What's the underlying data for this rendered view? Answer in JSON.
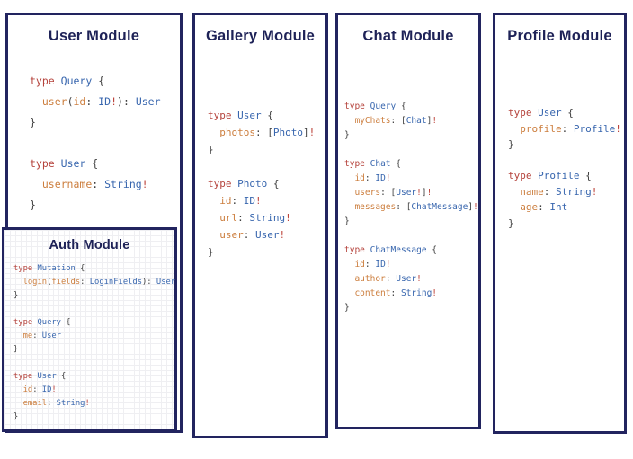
{
  "colors": {
    "navy": "#22245f",
    "title": "#1e2257",
    "keyword": "#b5433c",
    "typename": "#3866ae",
    "field": "#cc7e3e",
    "punct": "#3f3f3f",
    "bang": "#bc4138",
    "bg": "#ffffff",
    "grid": "#efeff2"
  },
  "panels": {
    "user": {
      "title": "User Module",
      "code": [
        "type Query {",
        "  user(id: ID!): User",
        "}",
        "",
        "type User {",
        "  username: String!",
        "}"
      ]
    },
    "auth": {
      "title": "Auth Module",
      "code": [
        "type Mutation {",
        "  login(fields: LoginFields): User",
        "}",
        "",
        "type Query {",
        "  me: User",
        "}",
        "",
        "type User {",
        "  id: ID!",
        "  email: String!",
        "}"
      ]
    },
    "gallery": {
      "title": "Gallery Module",
      "code": [
        "type User {",
        "  photos: [Photo]!",
        "}",
        "",
        "type Photo {",
        "  id: ID!",
        "  url: String!",
        "  user: User!",
        "}"
      ]
    },
    "chat": {
      "title": "Chat Module",
      "code": [
        "type Query {",
        "  myChats: [Chat]!",
        "}",
        "",
        "type Chat {",
        "  id: ID!",
        "  users: [User!]!",
        "  messages: [ChatMessage]!",
        "}",
        "",
        "type ChatMessage {",
        "  id: ID!",
        "  author: User!",
        "  content: String!",
        "}"
      ]
    },
    "profile": {
      "title": "Profile Module",
      "code": [
        "type User {",
        "  profile: Profile!",
        "}",
        "",
        "type Profile {",
        "  name: String!",
        "  age: Int",
        "}"
      ]
    }
  }
}
